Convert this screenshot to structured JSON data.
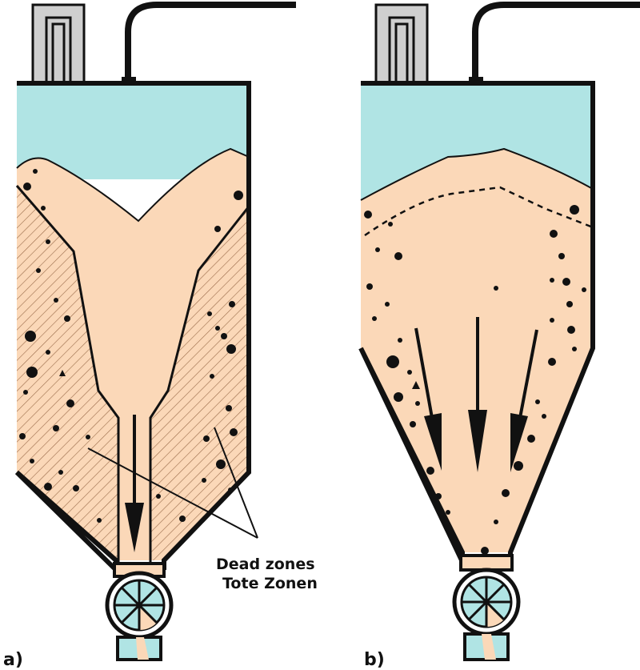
{
  "panels": [
    {
      "id": "a",
      "label": "a)",
      "flow": "funnel flow"
    },
    {
      "id": "b",
      "label": "b)",
      "flow": "mass flow"
    }
  ],
  "annotation": {
    "line1": "Dead zones",
    "line2": "Tote Zonen"
  },
  "colors": {
    "gas": "#b0e4e4",
    "bulk": "#fbd8b8",
    "outline": "#111111",
    "lid": "#cfcfcf"
  }
}
